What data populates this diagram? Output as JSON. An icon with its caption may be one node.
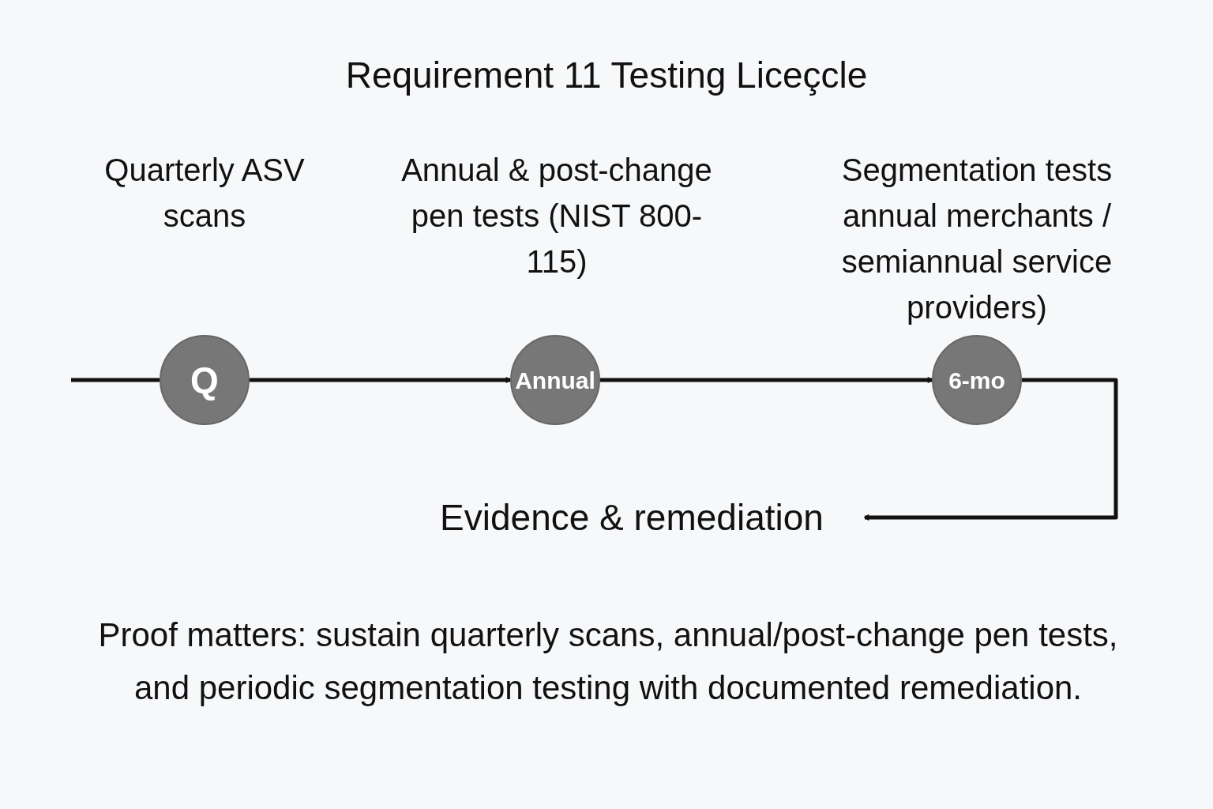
{
  "diagram": {
    "title": "Requirement 11 Testing Liceçcle",
    "nodes": [
      {
        "text": [
          "Q"
        ],
        "beside": [
          "Quarterly ASV scans"
        ]
      },
      {
        "text": [
          "Annual"
        ],
        "beside": [
          "Annual & post-change pen tests (NIST 800-115)"
        ]
      },
      {
        "text": [
          "6-mo"
        ],
        "beside": [
          "Segmentation tests annual merchants / semiannual service providers)"
        ]
      },
      {
        "text": [
          "Evidence & remediation"
        ]
      }
    ],
    "edges": [
      {
        "from": null,
        "to": 0,
        "arrow": "none"
      },
      {
        "from": 0,
        "to": 1,
        "arrow": "to"
      },
      {
        "from": 1,
        "to": 2,
        "arrow": "to"
      },
      {
        "from": 2,
        "to": 3,
        "arrow": "to"
      }
    ],
    "caption": "Proof matters: sustain quarterly scans, annual/post-change pen tests, and periodic segmentation testing with documented remediation."
  }
}
